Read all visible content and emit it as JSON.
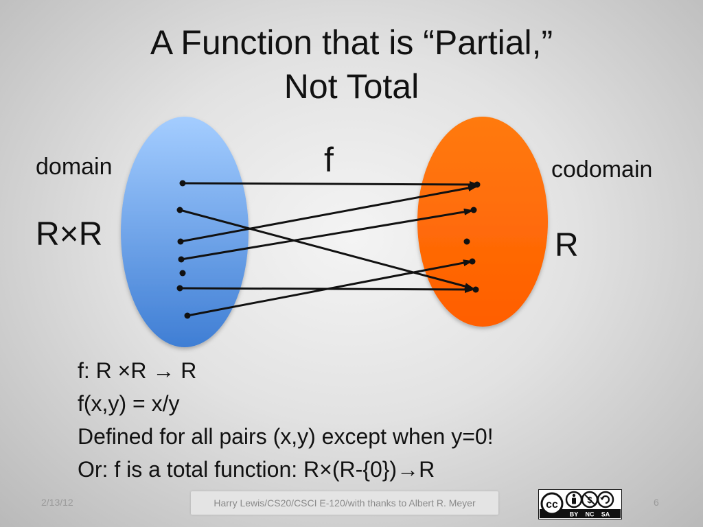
{
  "title": {
    "line1": "A Function that is “Partial,”",
    "line2": "Not Total"
  },
  "diagram": {
    "function_label": "f",
    "left_set": {
      "label": "domain",
      "name": "R×R",
      "color": "#5a97e8"
    },
    "right_set": {
      "label": "codomain",
      "name": "R",
      "color": "#ff6a00"
    }
  },
  "body": {
    "lines": [
      "f: R ×R → R",
      "f(x,y) = x/y",
      "Defined for all pairs (x,y) except when y=0!",
      "Or: f is a total function: R×(R-{0})→R"
    ]
  },
  "footer": {
    "date": "2/13/12",
    "credit": "Harry Lewis/CS20/CSCI E-120/with thanks to Albert R. Meyer",
    "page": "6",
    "license": {
      "cc": "cc",
      "by": "BY",
      "nc": "NC",
      "sa": "SA"
    }
  }
}
